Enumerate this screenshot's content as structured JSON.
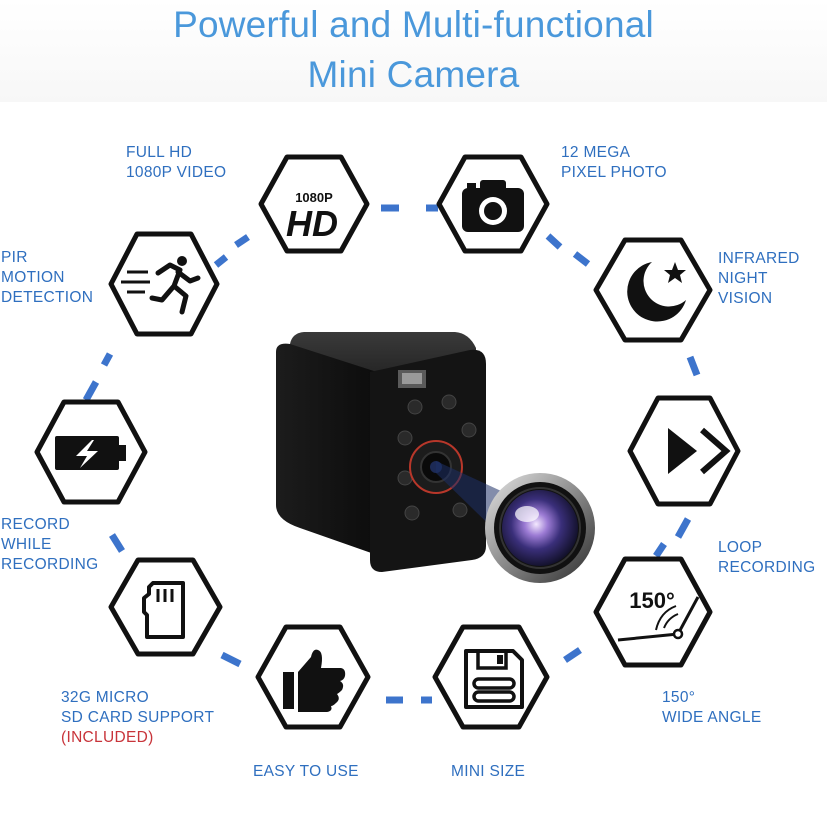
{
  "title": {
    "line1": "Powerful and Multi-functional",
    "line2": "Mini Camera"
  },
  "colors": {
    "title": "#4a98db",
    "label": "#2f6fbf",
    "dash": "#3d74cc",
    "hex_border": "#111111",
    "highlight": "#c8343a"
  },
  "features": {
    "full_hd": {
      "line1": "FULL HD",
      "line2": "1080P VIDEO",
      "icon": "hd-icon",
      "icon_text_top": "1080P",
      "icon_text_main": "HD"
    },
    "photo": {
      "line1": "12 MEGA",
      "line2": "PIXEL PHOTO",
      "icon": "camera-icon"
    },
    "night": {
      "line1": "INFRARED",
      "line2": "NIGHT",
      "line3": "VISION",
      "icon": "moon-star-icon"
    },
    "loop": {
      "line1": "LOOP",
      "line2": "RECORDING",
      "icon": "fast-forward-icon"
    },
    "angle": {
      "line1": "150°",
      "line2": "WIDE ANGLE",
      "icon": "wide-angle-icon",
      "icon_text": "150°"
    },
    "mini": {
      "line1": "MINI SIZE",
      "icon": "floppy-disk-icon"
    },
    "easy": {
      "line1": "EASY TO USE",
      "icon": "thumbs-up-icon"
    },
    "sd": {
      "line1": "32G MICRO",
      "line2": "SD CARD SUPPORT",
      "line3": "(INCLUDED)",
      "icon": "sd-card-icon"
    },
    "record": {
      "line1": "RECORD",
      "line2": "WHILE",
      "line3": "RECORDING",
      "icon": "battery-charging-icon"
    },
    "pir": {
      "line1": "PIR",
      "line2": "MOTION",
      "line3": "DETECTION",
      "icon": "running-man-icon"
    }
  },
  "center_image": "mini-camera-photo"
}
